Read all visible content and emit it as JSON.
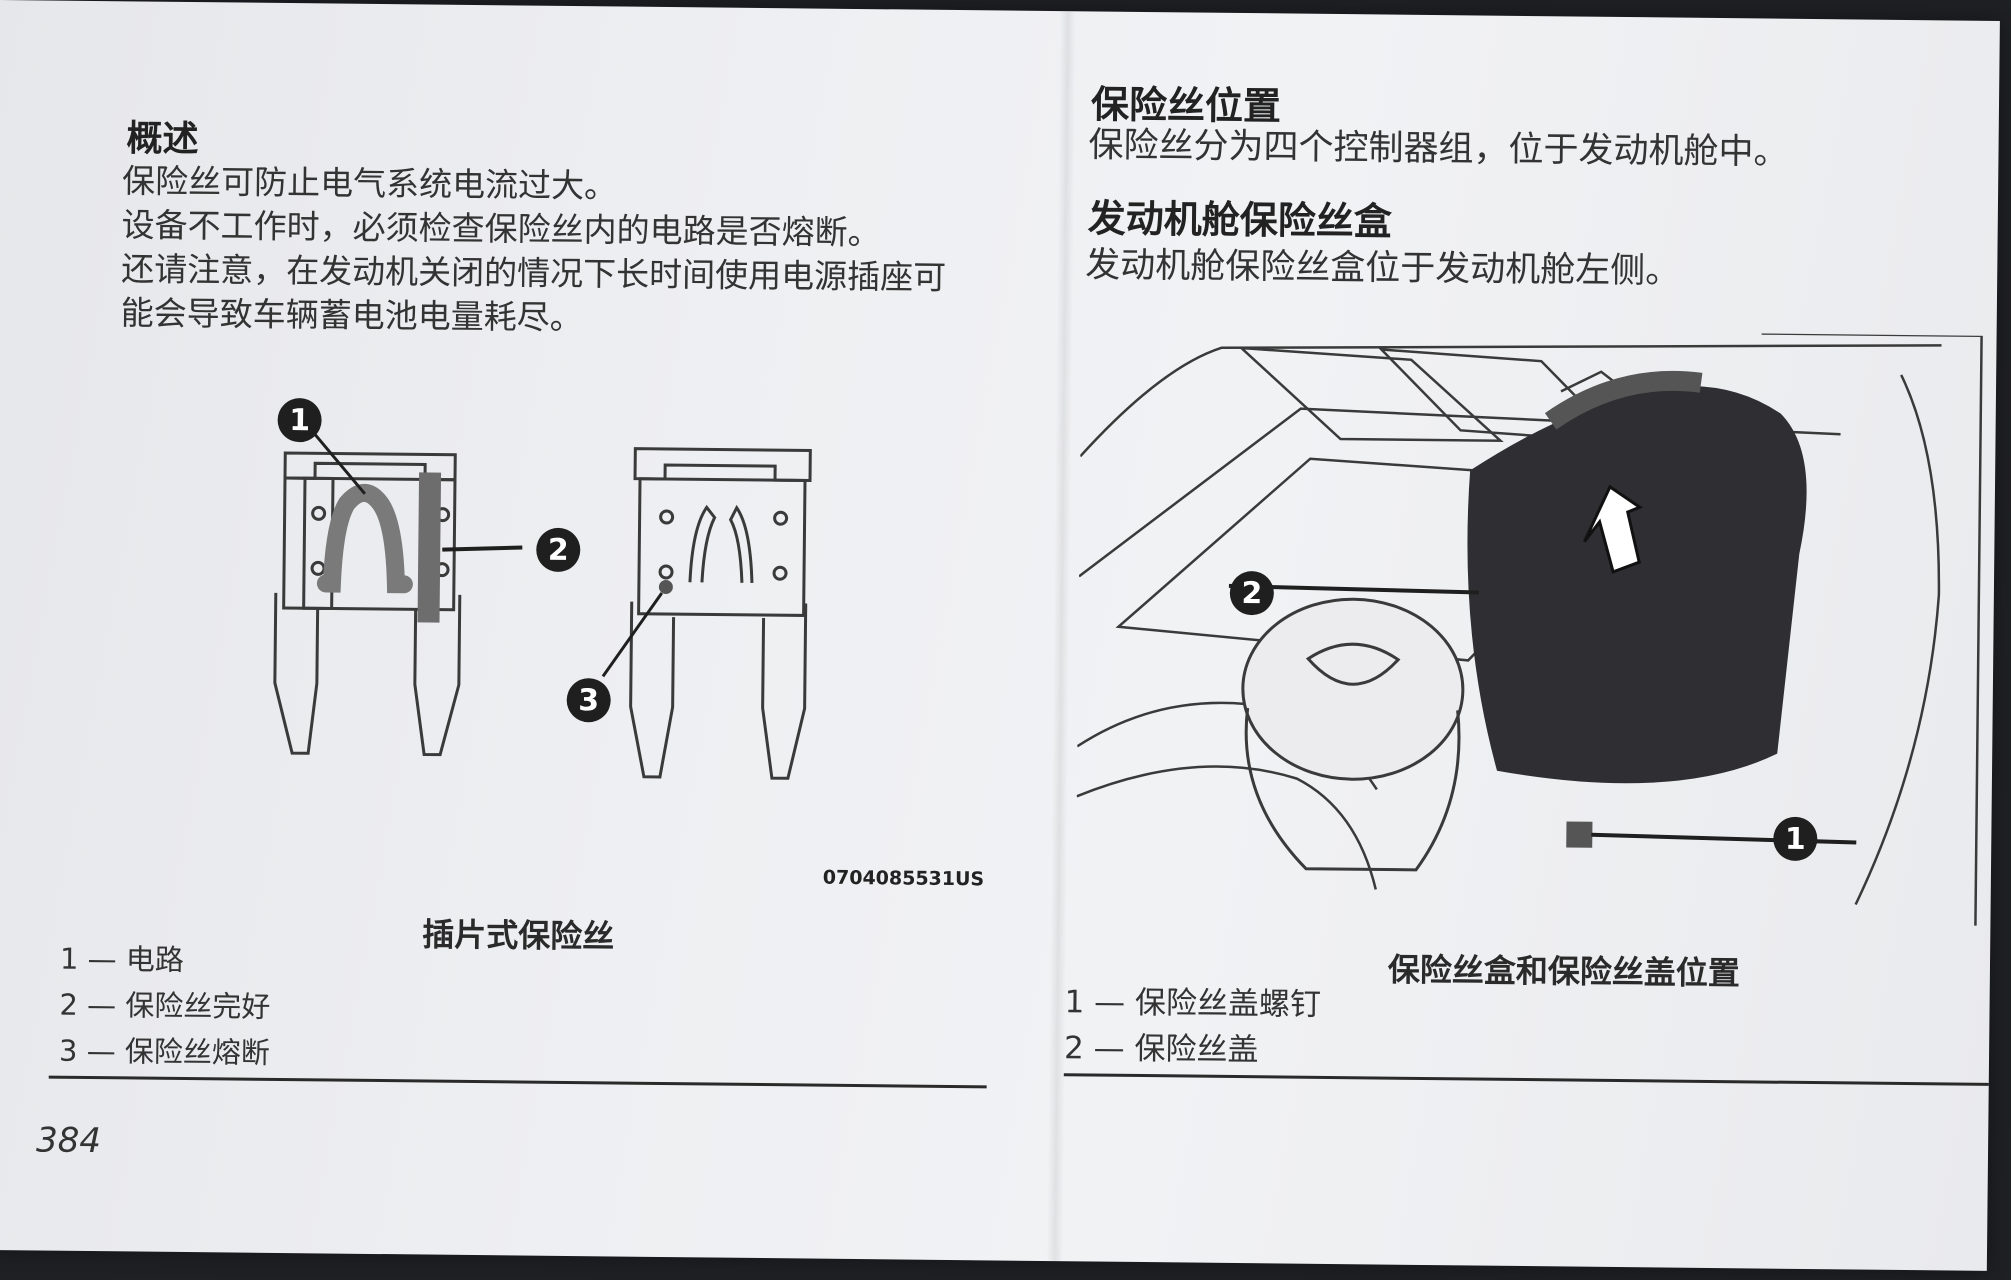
{
  "left": {
    "heading": "概述",
    "lines": [
      "保险丝可防止电气系统电流过大。",
      "设备不工作时，必须检查保险丝内的电路是否熔断。",
      "还请注意，在发动机关闭的情况下长时间使用电源插座可",
      "能会导致车辆蓄电池电量耗尽。"
    ],
    "figure_code": "0704085531US",
    "caption": "插片式保险丝",
    "badges": [
      "1",
      "2",
      "3"
    ],
    "legend": [
      "1 — 电路",
      "2 — 保险丝完好",
      "3 — 保险丝熔断"
    ],
    "page_number": "384"
  },
  "right": {
    "heading1": "保险丝位置",
    "text1": "保险丝分为四个控制器组，位于发动机舱中。",
    "heading2": "发动机舱保险丝盒",
    "text2": "发动机舱保险丝盒位于发动机舱左侧。",
    "caption": "保险丝盒和保险丝盖位置",
    "badges": [
      "2",
      "1"
    ],
    "legend": [
      "1 — 保险丝盖螺钉",
      "2 — 保险丝盖"
    ]
  }
}
